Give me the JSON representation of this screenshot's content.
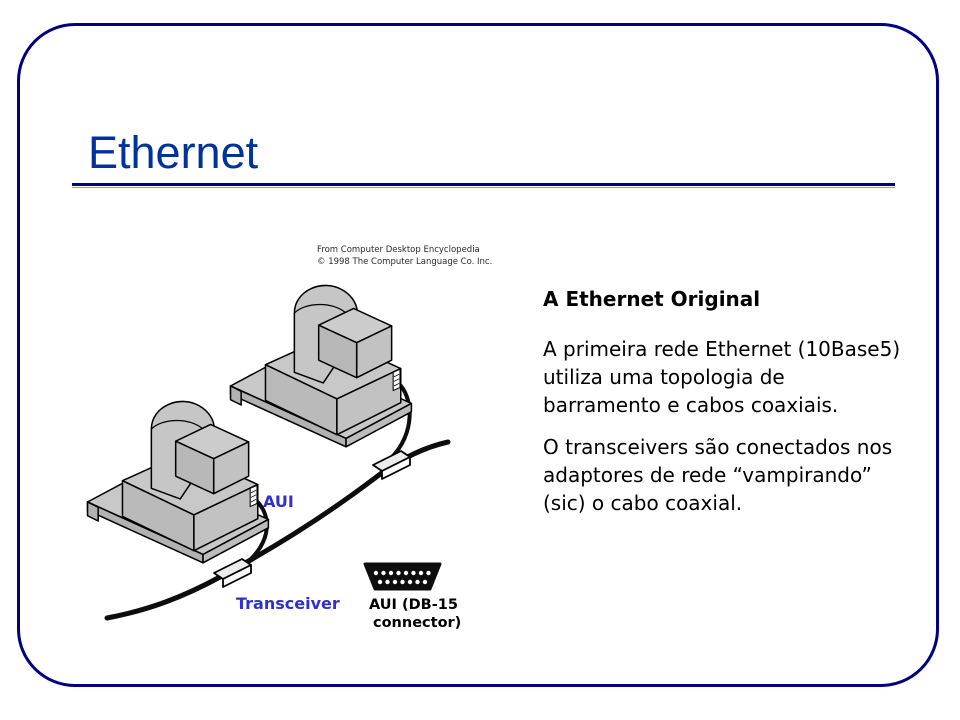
{
  "slide": {
    "title": "Ethernet",
    "title_color": "#003399",
    "border_color": "#000080"
  },
  "figure": {
    "credit_line1": "From Computer Desktop Encyclopedia",
    "credit_line2": "© 1998 The Computer Language Co. Inc.",
    "label_color": "#3030cc",
    "labels": {
      "aui": "AUI",
      "transceiver": "Transceiver",
      "connector_line1": "AUI (DB-15",
      "connector_line2": "connector)"
    }
  },
  "content": {
    "heading": "A Ethernet Original",
    "paragraphs": [
      "A primeira rede Ethernet (10Base5) utiliza uma topologia de barramento e cabos coaxiais.",
      "O transceivers são conectados nos adaptores de rede “vampirando” (sic) o cabo coaxial."
    ]
  }
}
